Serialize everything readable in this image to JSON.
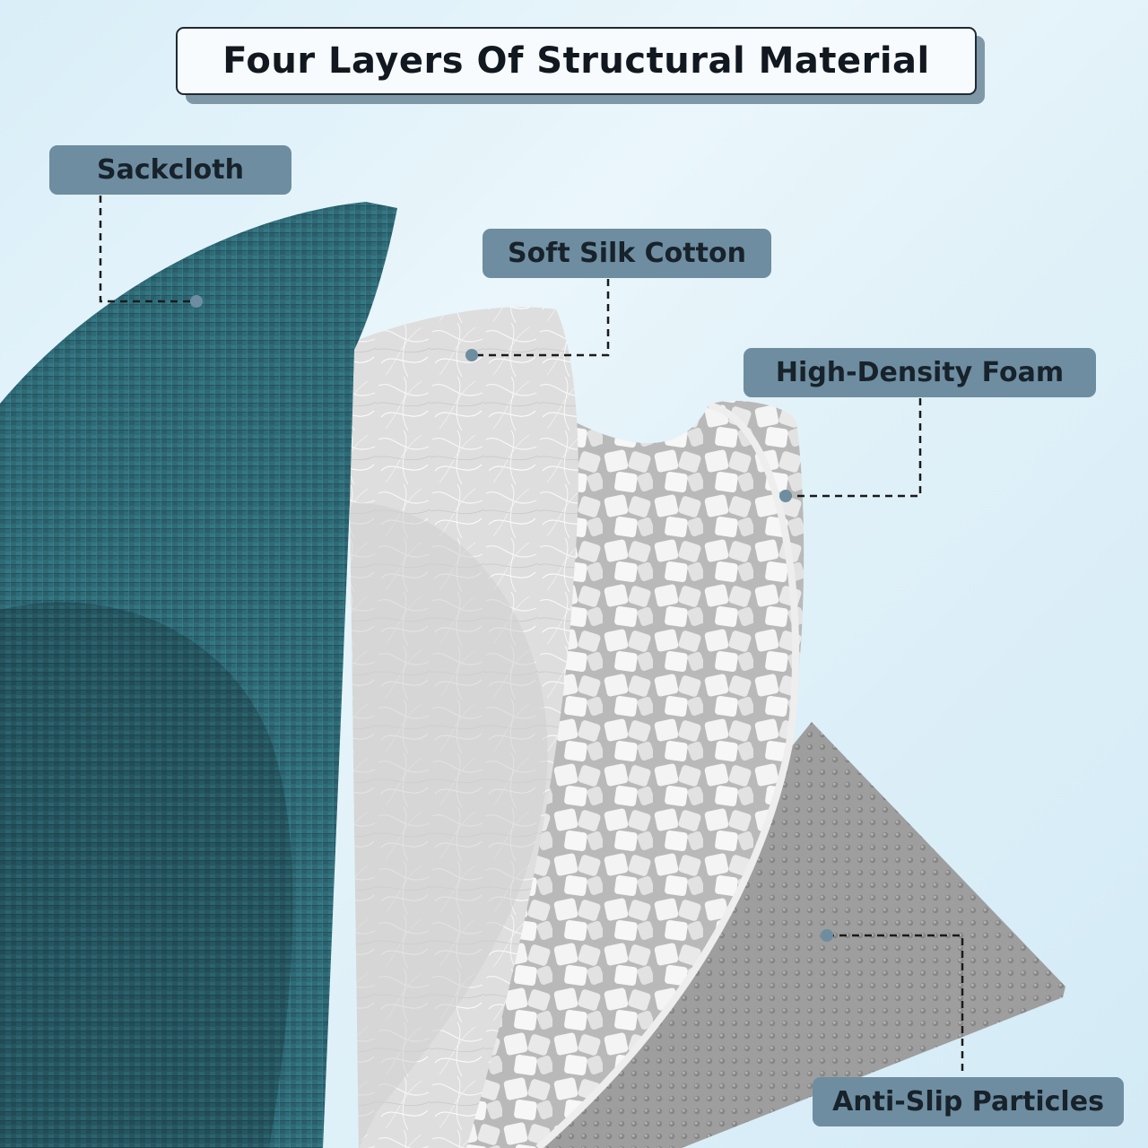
{
  "title": "Four Layers Of Structural Material",
  "layers": {
    "sackcloth": "Sackcloth",
    "silk_cotton": "Soft Silk Cotton",
    "foam": "High-Density Foam",
    "anti_slip": "Anti-Slip Particles"
  },
  "colors": {
    "background": "#dff0f8",
    "sackcloth": "#2b6470",
    "silk_cotton": "#dcdcdc",
    "foam": "#f2f2f2",
    "anti_slip": "#9a9a9a",
    "label_bg": "#6e8da0",
    "leader_line": "#1a1a1a"
  }
}
